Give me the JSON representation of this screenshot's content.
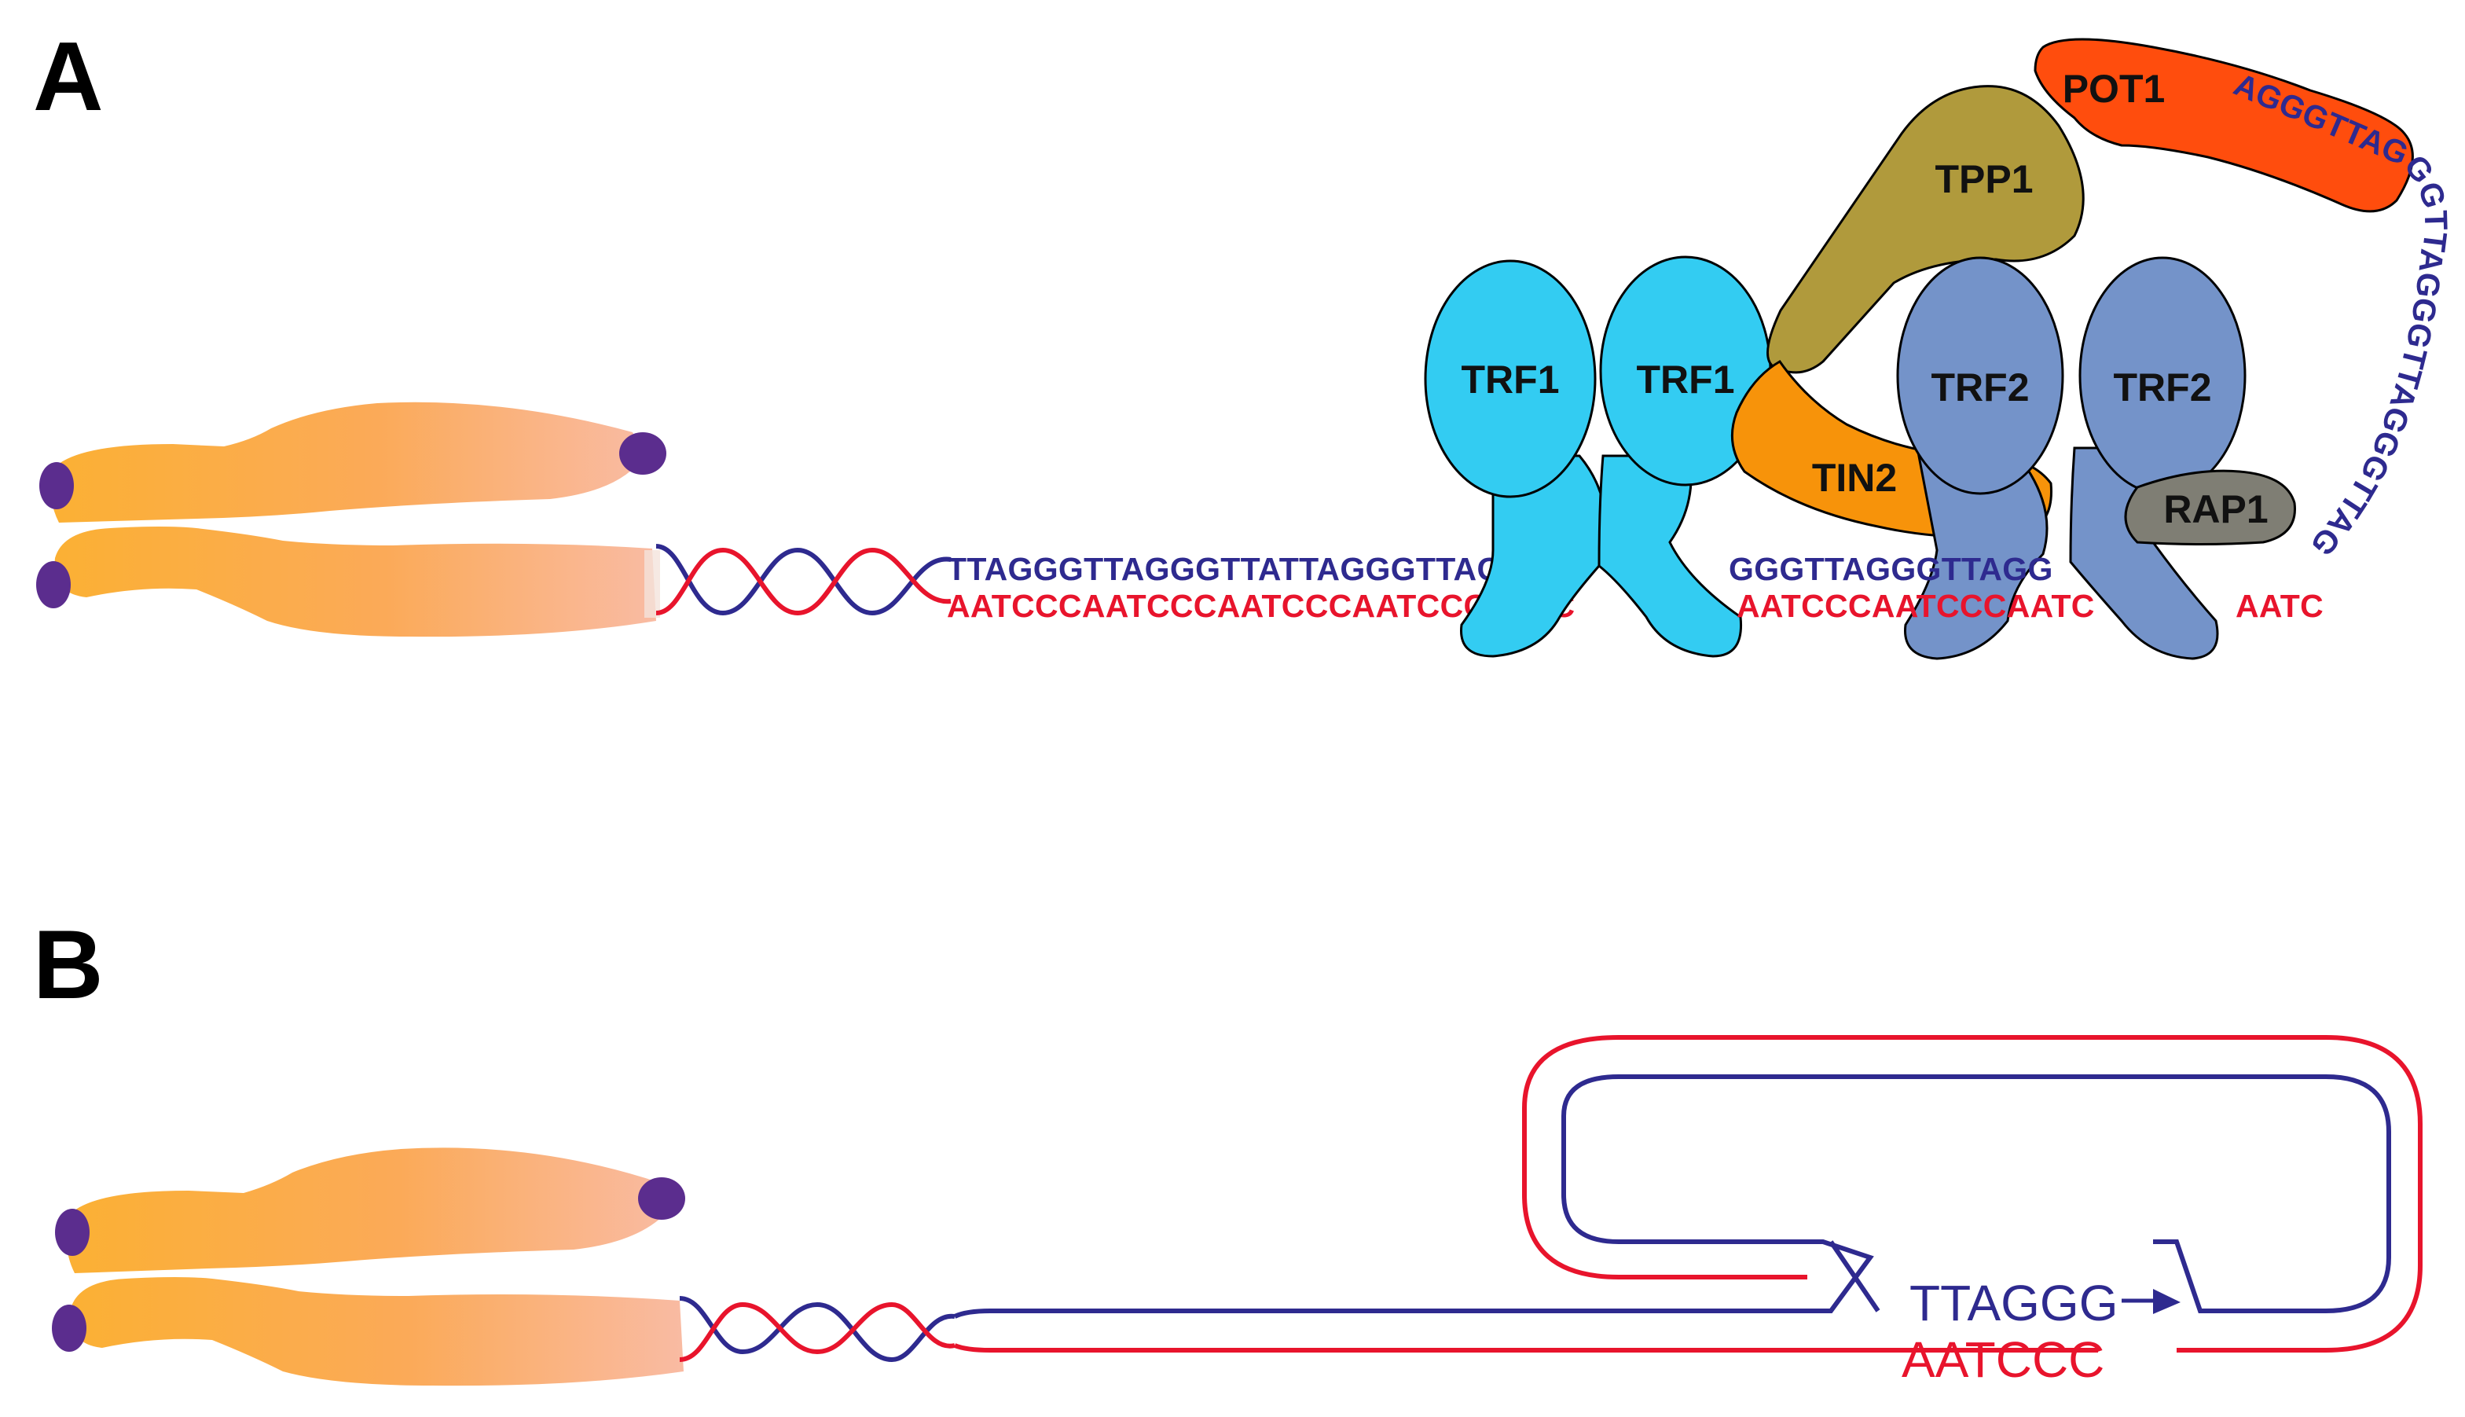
{
  "figure": {
    "panels": [
      {
        "label": "A",
        "top_strand": "TTAGGGTTAGGGTTATTAGGGTTAGG",
        "top_strand_mid": "GGGTTAGGGTTAGG",
        "top_strand_tail": "AGGGTTAGGGTTAGGGTTAGGGTTAG",
        "bottom_strand": "AATCCCAATCCCAATCCCAATCCCAATC",
        "bottom_strand_mid": "AATCCCAATCCCAATC",
        "bottom_strand_end": "AATC",
        "proteins": {
          "trf1_left": "TRF1",
          "trf1_right": "TRF1",
          "trf2_left": "TRF2",
          "trf2_right": "TRF2",
          "tin2": "TIN2",
          "tpp1": "TPP1",
          "pot1": "POT1",
          "rap1": "RAP1"
        }
      },
      {
        "label": "B",
        "loop_top": "TTAGGG",
        "loop_bottom": "AATCCC"
      }
    ],
    "colors": {
      "top_strand": "#2e2a8f",
      "bottom_strand": "#e8142c",
      "chromatid_start": "#fbb034",
      "chromatid_end": "#f9b9a0",
      "telomere_cap": "#5b2d8e",
      "trf1": "#33ccf2",
      "trf2": "#7493c9",
      "tin2": "#f7930a",
      "tpp1": "#b09a3c",
      "pot1": "#ff4d0d",
      "rap1": "#7f7e74"
    }
  }
}
